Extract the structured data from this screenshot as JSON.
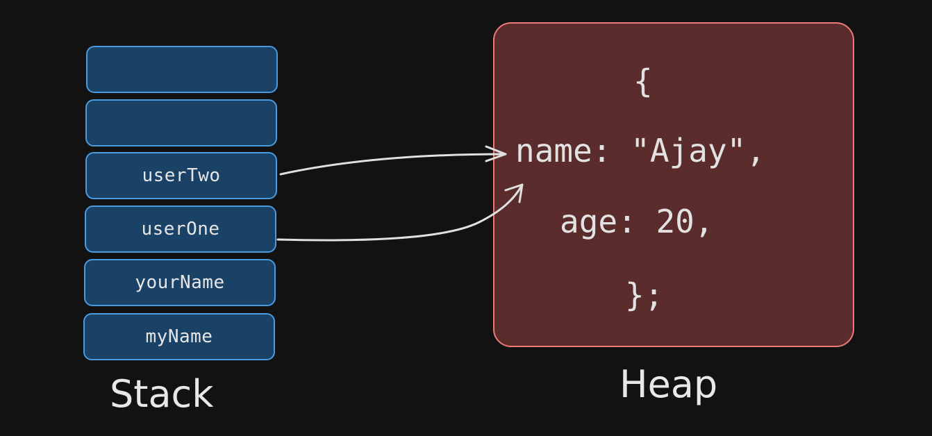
{
  "stack": {
    "label": "Stack",
    "cells": [
      "",
      "",
      "userTwo",
      "userOne",
      "yourName",
      "myName"
    ]
  },
  "heap": {
    "label": "Heap",
    "lines": [
      "{",
      "name: \"Ajay\",",
      "age: 20,",
      "};"
    ]
  },
  "colors": {
    "background": "#121212",
    "stack_fill": "#1a4266",
    "stack_border": "#4a9be0",
    "heap_fill": "#5a2c2c",
    "heap_border": "#f07a7a",
    "arrow": "#e0e0e0"
  }
}
